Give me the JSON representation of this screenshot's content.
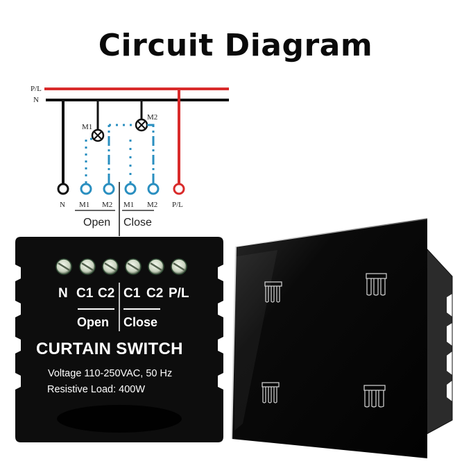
{
  "title": "Circuit Diagram",
  "circuit": {
    "bus_labels": {
      "live": "P/L",
      "neutral": "N"
    },
    "motor_labels": [
      "M1",
      "M2"
    ],
    "terminal_labels": [
      "N",
      "M1",
      "M2",
      "M1",
      "M2",
      "P/L"
    ],
    "group_labels": [
      "Open",
      "Close"
    ],
    "colors": {
      "live": "#d92b2b",
      "neutral": "#111111",
      "motor": "#2a8fc0"
    }
  },
  "module": {
    "terminal_labels": [
      "N",
      "C1",
      "C2",
      "C1",
      "C2",
      "P/L"
    ],
    "group_labels": [
      "Open",
      "Close"
    ],
    "name": "CURTAIN SWITCH",
    "specs": [
      "Voltage 110-250VAC, 50 Hz",
      "Resistive Load: 400W"
    ],
    "screw_count": 6
  },
  "panel": {
    "buttons": [
      "curtain-button-top-left",
      "curtain-button-top-right",
      "curtain-button-bottom-left",
      "curtain-button-bottom-right"
    ]
  }
}
